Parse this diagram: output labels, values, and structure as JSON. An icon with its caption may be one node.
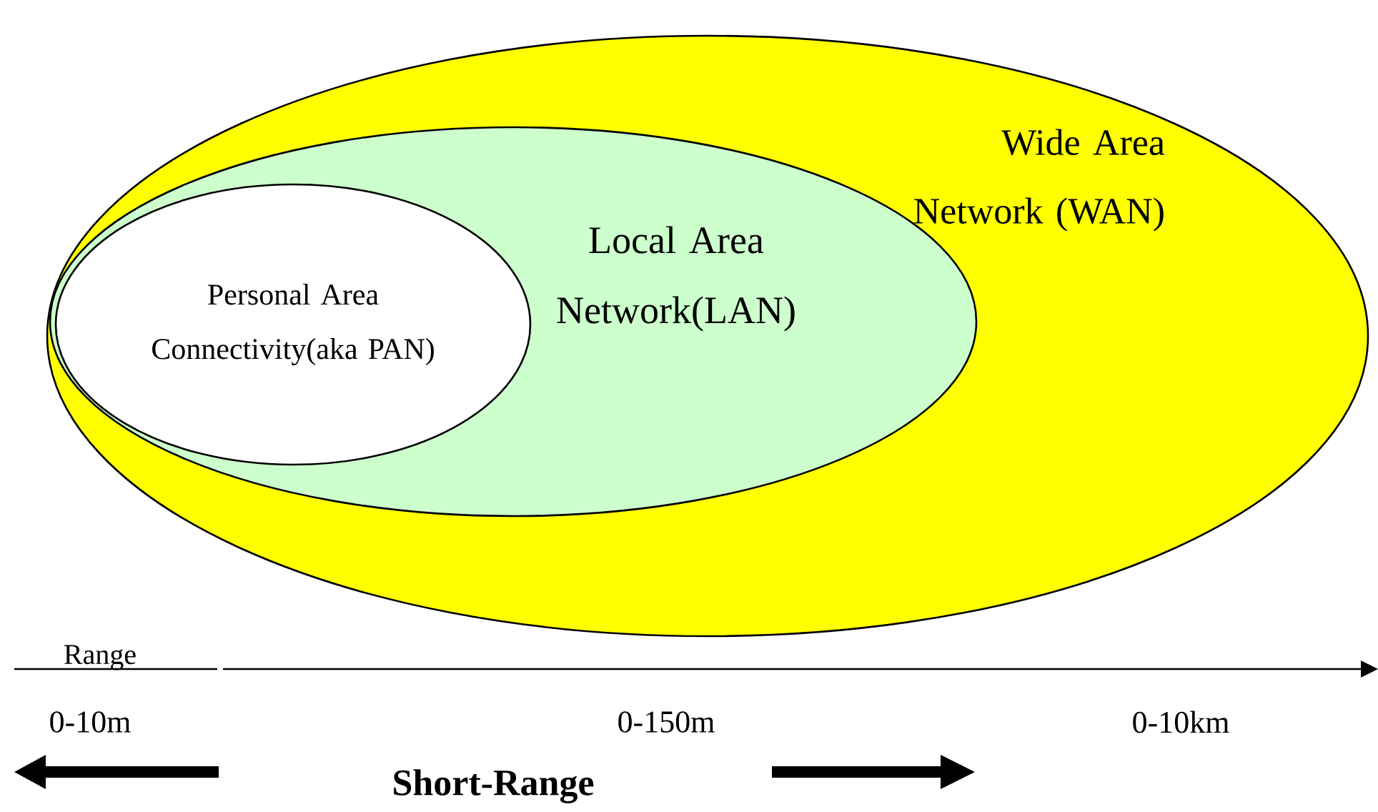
{
  "diagram": {
    "nodes": [
      {
        "text": [
          "Wide Area Network (WAN)"
        ]
      },
      {
        "text": [
          "Local Area Network(LAN)"
        ],
        "in": 0
      },
      {
        "text": [
          "Personal Area Connectivity(aka PAN)"
        ],
        "in": 1
      }
    ],
    "edges": [],
    "labels": [
      "Range",
      "0-10m",
      "0-150m",
      "0-10km",
      "Short-Range"
    ]
  }
}
